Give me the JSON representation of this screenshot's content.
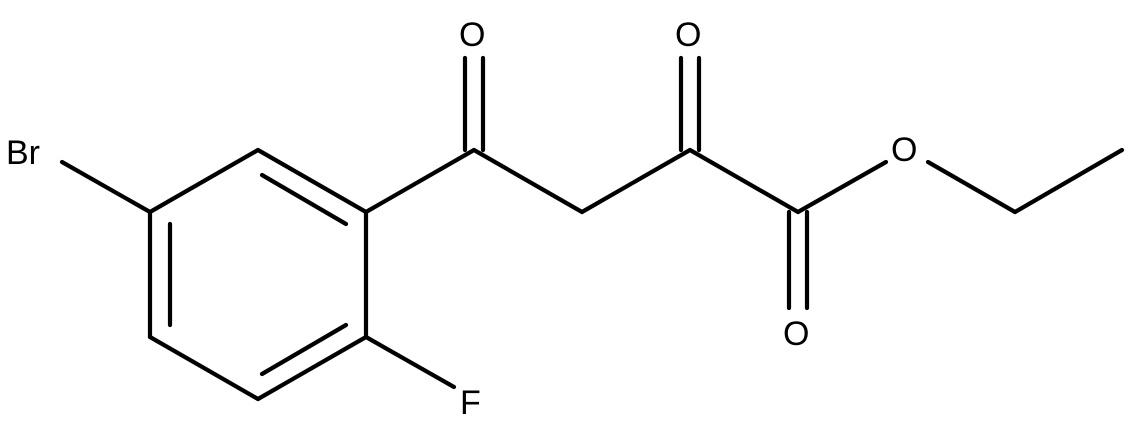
{
  "molecule": {
    "atoms": {
      "br": "Br",
      "f": "F",
      "o_ketone1": "O",
      "o_ketone2": "O",
      "o_ester_single": "O",
      "o_ester_double": "O"
    }
  },
  "colors": {
    "bond": "#000000",
    "label": "#000000",
    "background": "#ffffff"
  }
}
